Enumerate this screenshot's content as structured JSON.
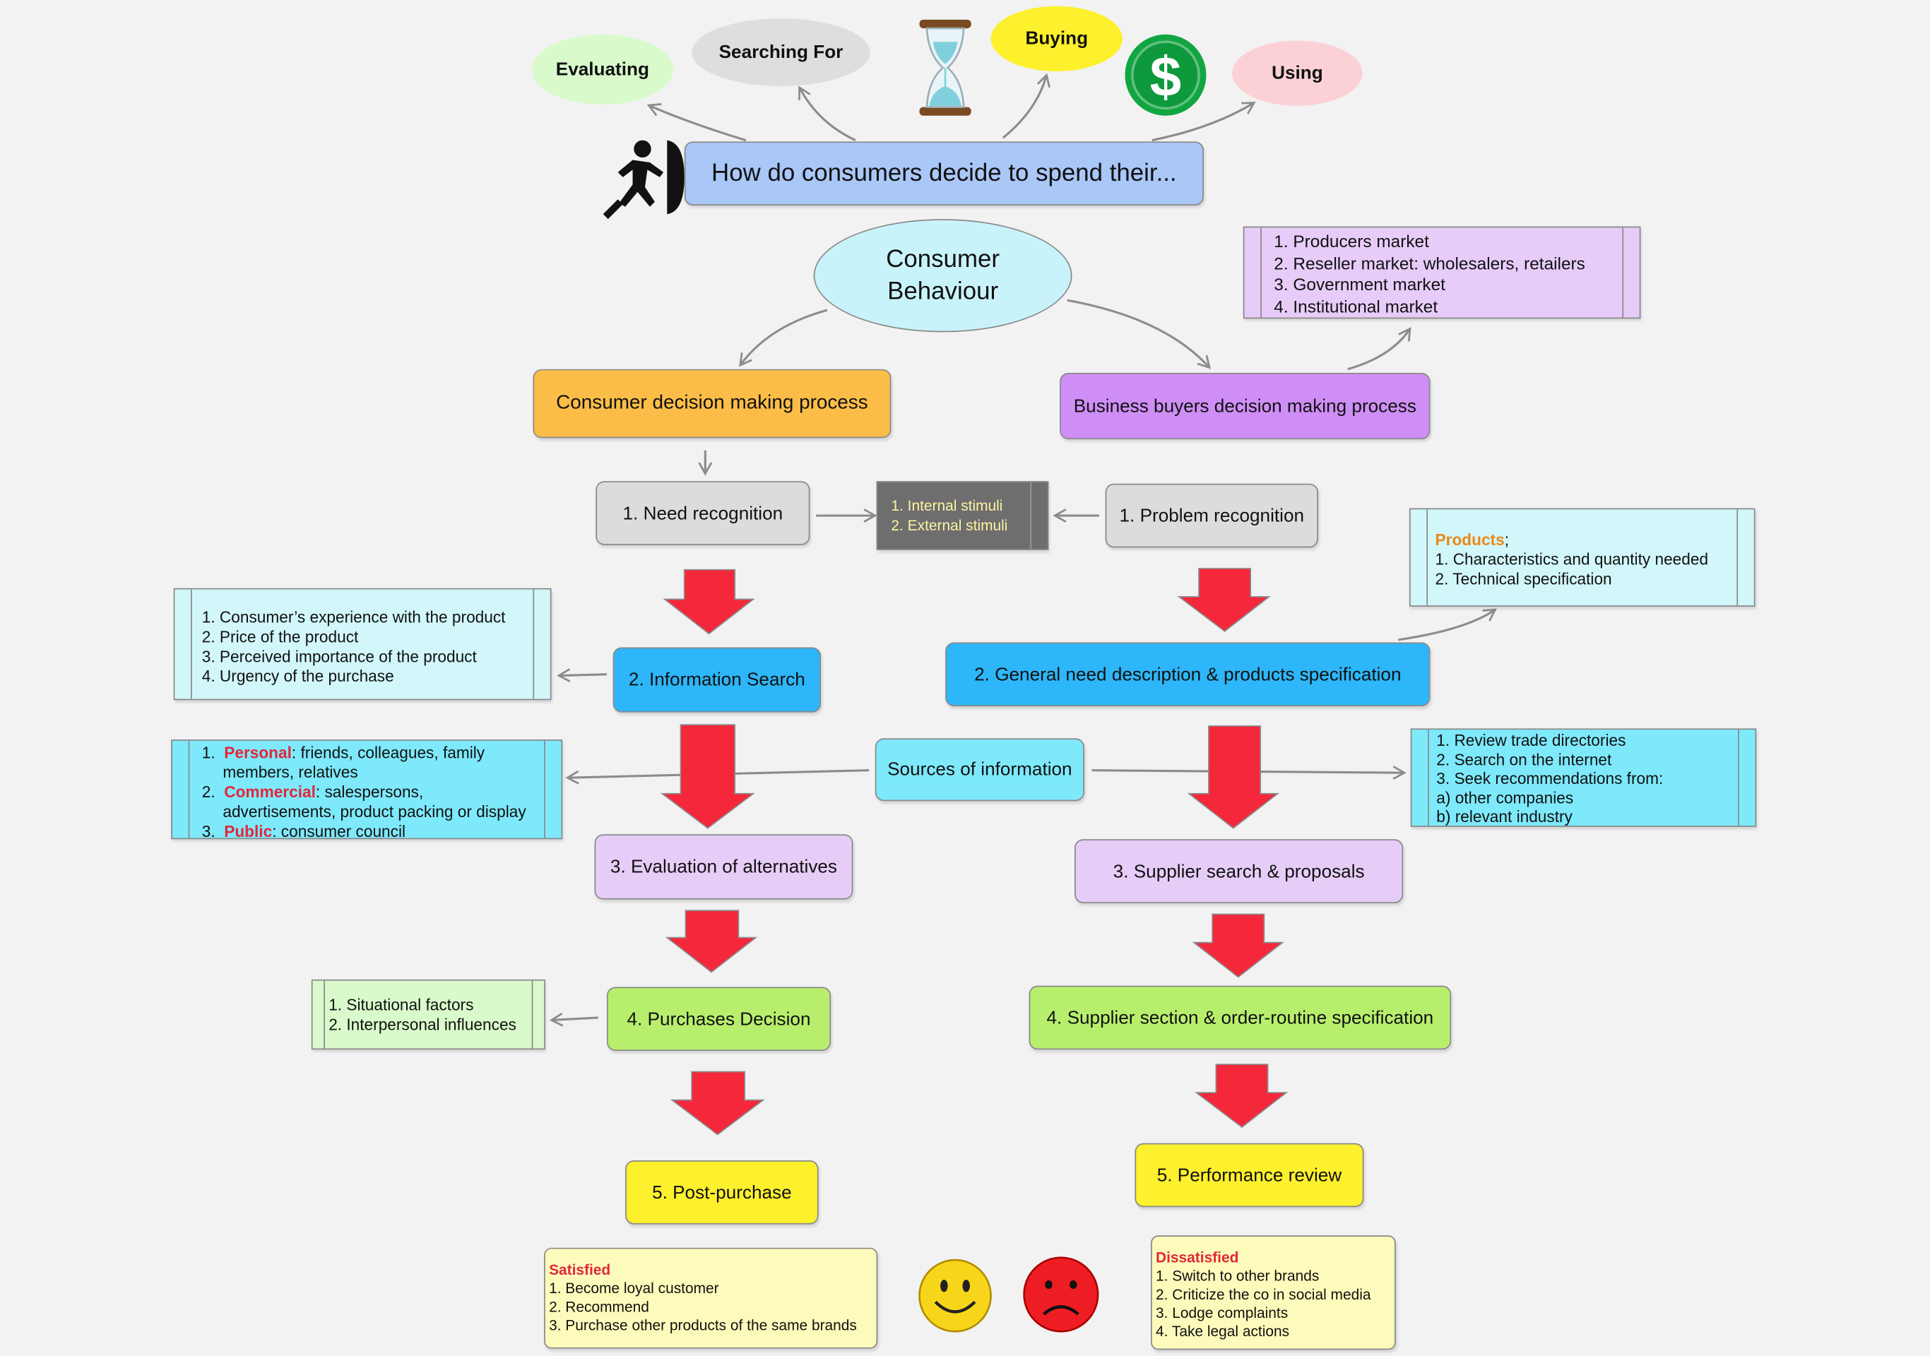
{
  "colors": {
    "background": "#f2f2f2",
    "question_box": "#a9c7f7",
    "consumer_behaviour": "#c9f3fb",
    "consumer_process": "#fbbd48",
    "business_process": "#ce8ef5",
    "recognition": "#dcdcdc",
    "stimuli_box": "#6e6e6e",
    "info_search": "#2db6f9",
    "sources": "#7ee9fb",
    "evaluation": "#e6cdf8",
    "purchase": "#b7ef6d",
    "post_purchase": "#fdf02c",
    "list_light_cyan": "#d2f7fb",
    "list_cyan": "#7ee9fb",
    "list_purple": "#e7ccf9",
    "list_green": "#d9fbcb",
    "note_yellow": "#fdfbbb",
    "arrow_red": "#f5273b",
    "accent_red": "#e0283a",
    "accent_orange": "#e8881a"
  },
  "top": {
    "question": "How do consumers decide to spend their...",
    "bubbles": {
      "evaluating": "Evaluating",
      "searching": "Searching For",
      "buying": "Buying",
      "using": "Using"
    },
    "icons": [
      "person-pushing-icon",
      "hourglass-icon",
      "dollar-coin-icon"
    ]
  },
  "center": {
    "title_line1": "Consumer",
    "title_line2": "Behaviour"
  },
  "markets": {
    "items": [
      "1. Producers market",
      "2. Reseller market: wholesalers, retailers",
      "3. Government market",
      "4. Institutional market"
    ]
  },
  "consumer": {
    "process_title": "Consumer decision making process",
    "steps": {
      "need": "1. Need recognition",
      "search": "2. Information Search",
      "evaluation": "3.  Evaluation of alternatives",
      "decision": "4. Purchases Decision",
      "post": "5. Post-purchase"
    },
    "search_factors": [
      "1. Consumer’s experience with the product",
      "2. Price of the product",
      "3. Perceived importance of the product",
      "4. Urgency of the purchase"
    ],
    "sources_list": {
      "personal_num": "1.",
      "personal_label": "Personal",
      "personal_text": ": friends, colleagues, family",
      "personal_text2": "members, relatives",
      "commercial_num": "2.",
      "commercial_label": "Commercial",
      "commercial_text": ": salespersons,",
      "commercial_text2": "advertisements, product packing or display",
      "public_num": "3.",
      "public_label": "Public",
      "public_text": ": consumer council"
    },
    "decision_factors": [
      "1. Situational factors",
      "2. Interpersonal influences"
    ],
    "satisfied": {
      "title": "Satisfied",
      "items": [
        "1. Become loyal customer",
        "2. Recommend",
        "3. Purchase other products of the same brands"
      ]
    }
  },
  "stimuli": {
    "items": [
      "1. Internal stimuli",
      "2. External stimuli"
    ]
  },
  "sources_center": "Sources of information",
  "business": {
    "process_title": "Business buyers decision making process",
    "steps": {
      "problem": "1. Problem recognition",
      "general": "2. General need description & products specification",
      "supplier_search": "3.  Supplier search & proposals",
      "supplier_section": "4. Supplier section & order-routine specification",
      "performance": "5. Performance review"
    },
    "products": {
      "label": "Products",
      "suffix": ";",
      "items": [
        "1. Characteristics and quantity needed",
        "2. Technical specification"
      ]
    },
    "sources_list": [
      "1. Review trade directories",
      "2. Search on the internet",
      "3. Seek recommendations from:",
      "a) other companies",
      "b) relevant industry"
    ],
    "dissatisfied": {
      "title": "Dissatisfied",
      "items": [
        "1. Switch to other brands",
        "2. Criticize the co in social media",
        "3. Lodge complaints",
        "4. Take legal actions"
      ]
    }
  },
  "faces": [
    "smiley-face-icon",
    "sad-face-icon"
  ]
}
